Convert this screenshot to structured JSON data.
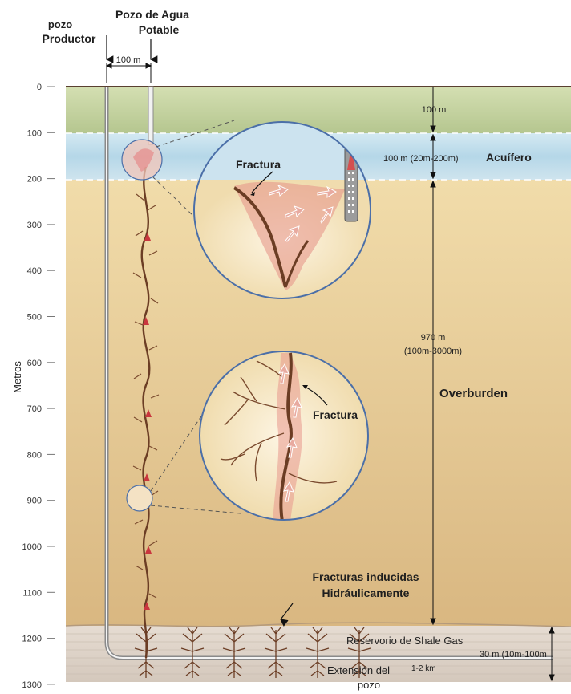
{
  "labels": {
    "producer_well_line1": "pozo",
    "producer_well_line2": "Productor",
    "water_well_line1": "Pozo de Agua",
    "water_well_line2": "Potable",
    "spacing": "100 m",
    "top_thickness": "100 m",
    "aquifer_thickness": "100 m (20m-200m)",
    "aquifer_name": "Acuífero",
    "overburden_thickness_line1": "970 m",
    "overburden_thickness_line2": "(100m-3000m)",
    "overburden_name": "Overburden",
    "fracture_upper": "Fractura",
    "fracture_lower": "Fractura",
    "induced_line1": "Fracturas inducidas",
    "induced_line2": "Hidráulicamente",
    "reservoir_name": "Reservorio de Shale Gas",
    "reservoir_thickness": "30 m (10m-100m",
    "extension_line1": "Extensión del",
    "extension_km": "1-2 km",
    "extension_line2": "pozo",
    "y_axis_title": "Metros"
  },
  "depth_ticks": [
    "0",
    "100",
    "200",
    "300",
    "400",
    "500",
    "600",
    "700",
    "800",
    "900",
    "1000",
    "1100",
    "1200",
    "1300"
  ],
  "colors": {
    "surface": "#c4d1a2",
    "aquifer": "#bcdbe9",
    "overburden": "#e8cf98",
    "reservoir": "#e0d6cc",
    "fracture": "#6b3d24",
    "gas_arrow": "#c9363e",
    "callout_fill": "#fbf0d8",
    "callout_stroke": "#4b6fa8"
  }
}
